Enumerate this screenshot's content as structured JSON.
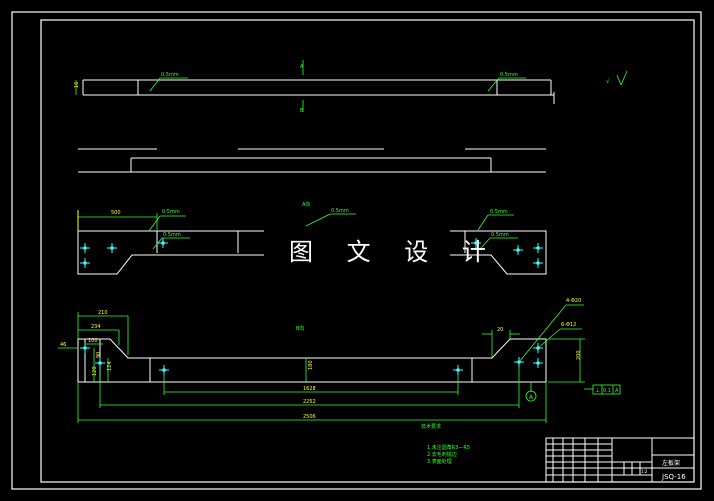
{
  "watermark": "图 文 设 计",
  "notes": {
    "title": "技术要求",
    "lines": [
      "1.未注圆角R3—R5",
      "2.去毛刺锐边",
      "3.表面处理"
    ]
  },
  "title_block": {
    "drawing_title": "左板架",
    "drawing_number": "JSQ-16",
    "scale": "1:2"
  },
  "view_labels": {
    "a": "A",
    "b": "B",
    "a_view": "A向",
    "b_view": "B向"
  },
  "thickness_callouts": {
    "top_left": "0.5mm",
    "top_right": "0.5mm",
    "mid_1": "0.5mm",
    "mid_2": "0.5mm",
    "mid_3": "0.5mm",
    "mid_4": "0.5mm",
    "mid_5": "0.5mm"
  },
  "dims": {
    "t_height": "16",
    "d500": "500",
    "d210": "210",
    "d234": "234",
    "d100": "100",
    "d46": "46",
    "d120": "120",
    "d90": "90",
    "d124": "124",
    "d180": "180",
    "d1628": "1628",
    "d2252": "2252",
    "d2506": "2506",
    "d20": "20",
    "d200": "200",
    "hole_4": "4-Φ20",
    "hole_6": "6-Φ12",
    "datum": "A",
    "tol_sym": "⊥",
    "tol_val": "0.1",
    "tol_ref": "A",
    "rough": "√"
  }
}
